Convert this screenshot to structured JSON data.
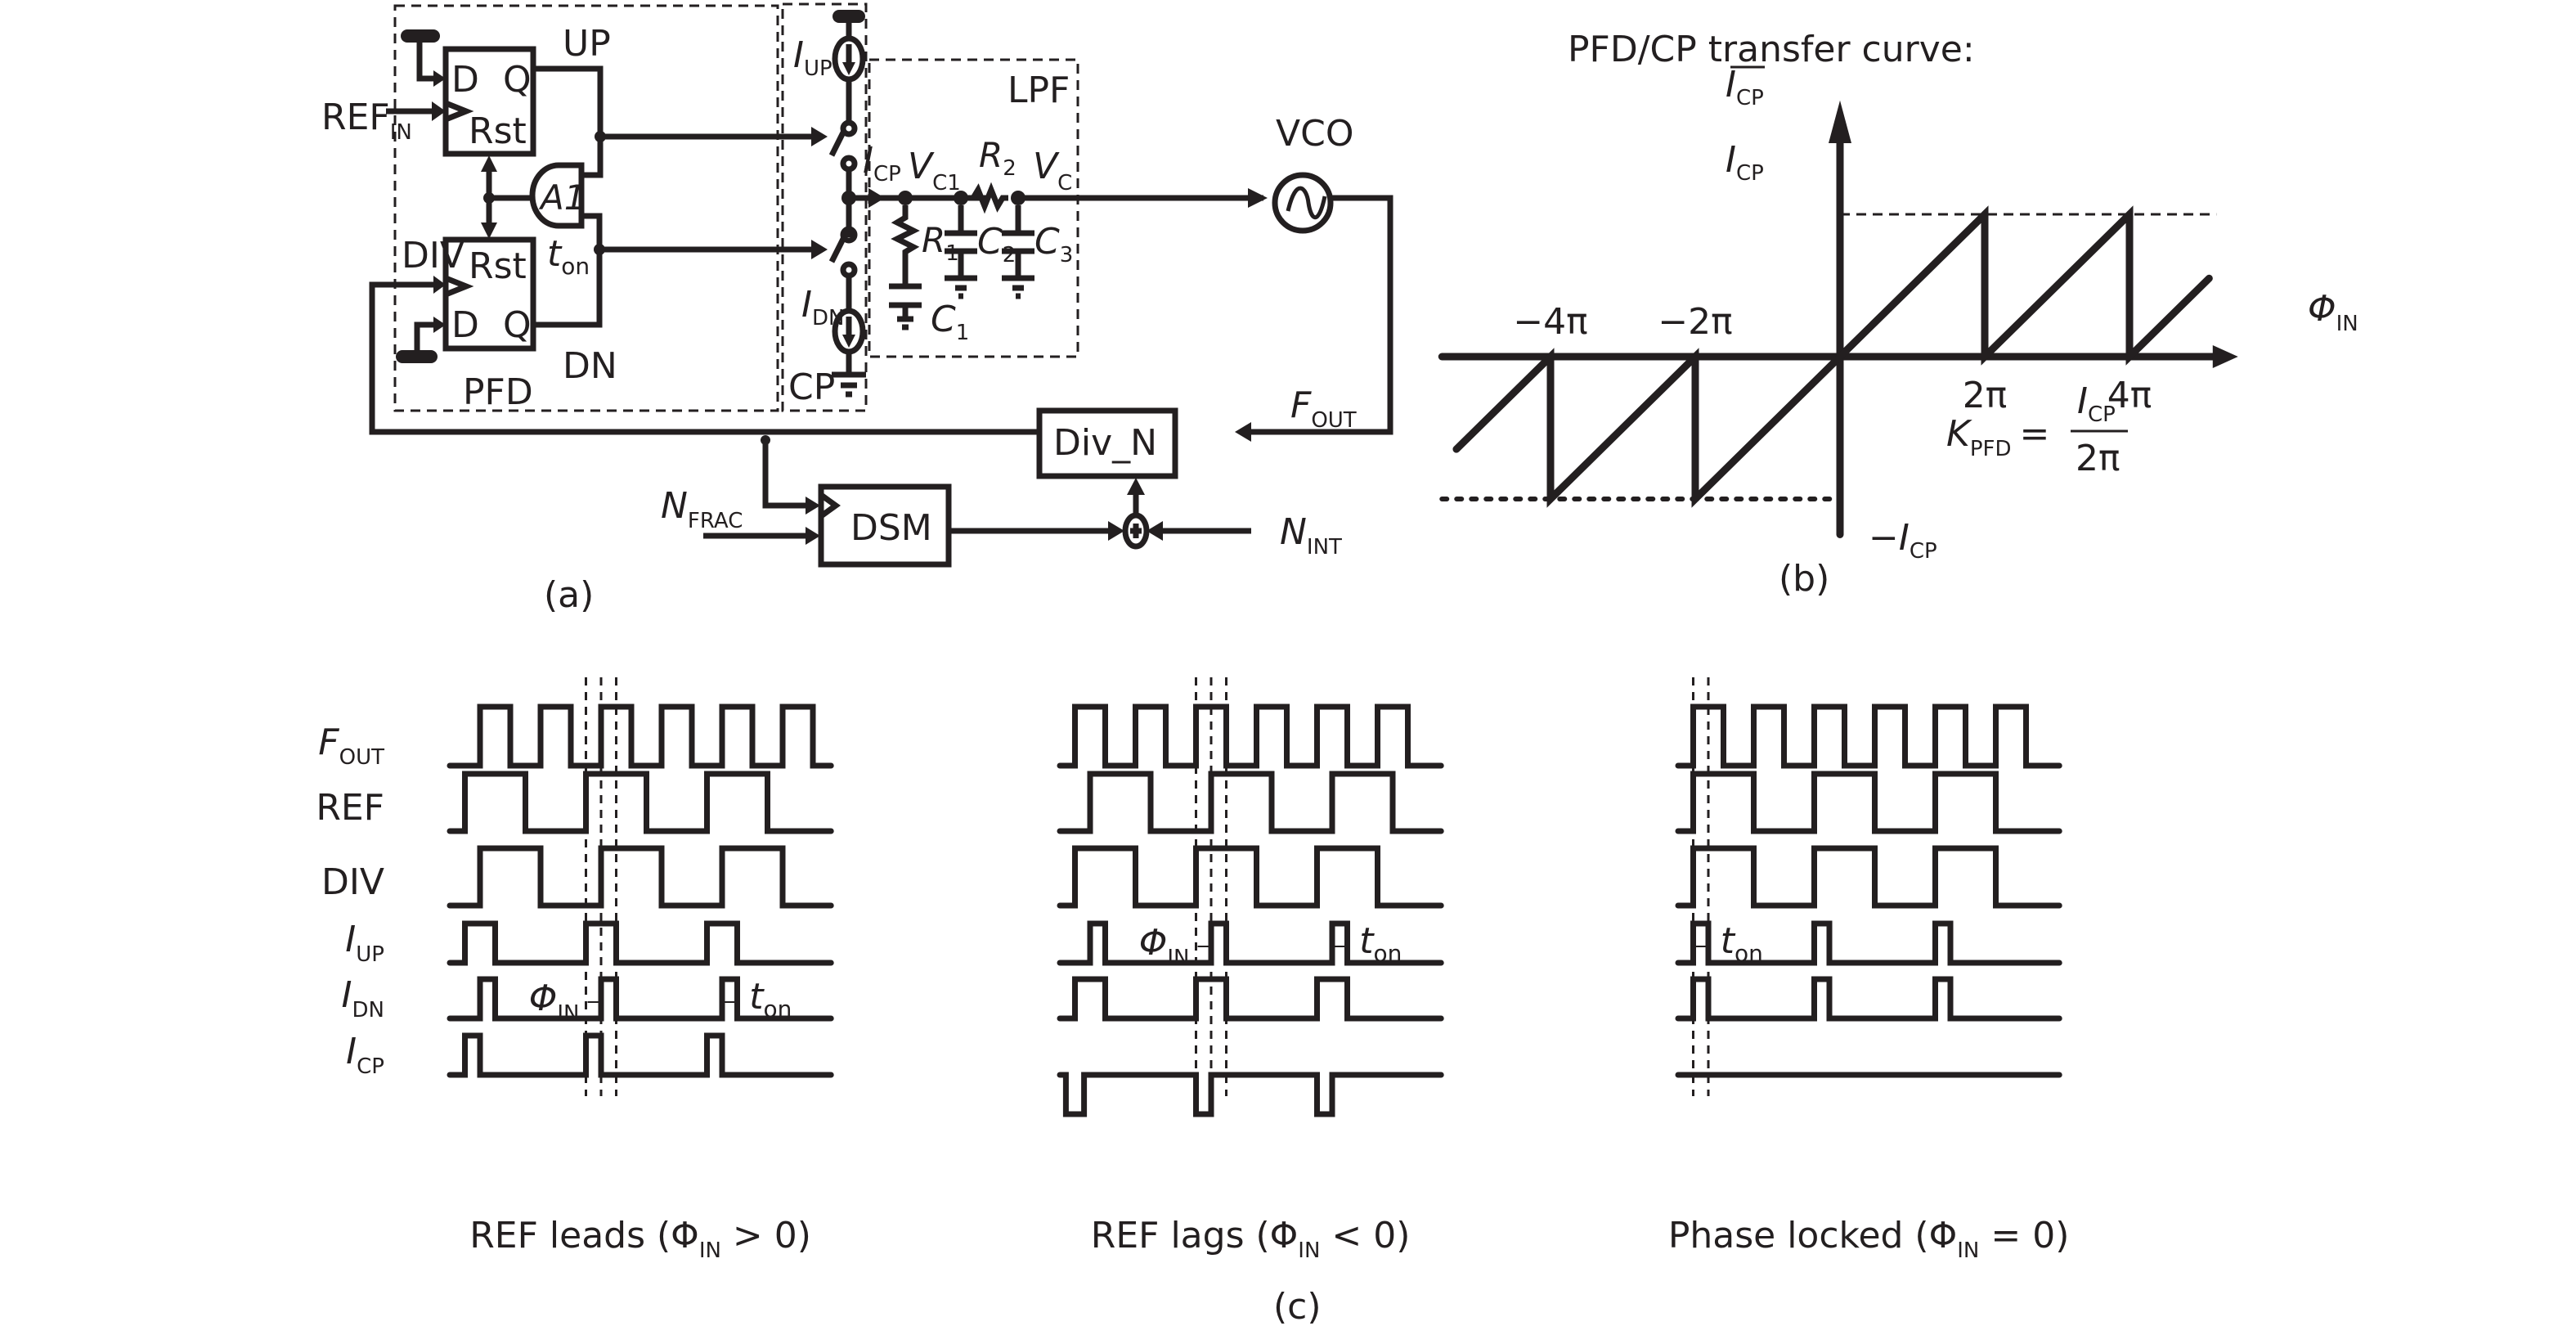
{
  "figure": {
    "panel_a": {
      "caption": "(a)",
      "ref_in": {
        "main": "REF",
        "sub": "IN"
      },
      "div_label": "DIV",
      "ff_top": {
        "d": "D",
        "q": "Q",
        "rst": "Rst"
      },
      "ff_bottom": {
        "d": "D",
        "q": "Q",
        "rst": "Rst"
      },
      "and_gate": "A1",
      "t_on": {
        "main": "t",
        "sub": "on"
      },
      "up": "UP",
      "dn": "DN",
      "pfd_label": "PFD",
      "cp_label": "CP",
      "i_up": {
        "main": "I",
        "sub": "UP"
      },
      "i_dn": {
        "main": "I",
        "sub": "DN"
      },
      "i_cp": {
        "main": "I",
        "sub": "CP"
      },
      "lpf_label": "LPF",
      "v_c1": {
        "main": "V",
        "sub": "C1"
      },
      "v_c": {
        "main": "V",
        "sub": "C"
      },
      "r1": {
        "main": "R",
        "sub": "1"
      },
      "r2": {
        "main": "R",
        "sub": "2"
      },
      "c1": {
        "main": "C",
        "sub": "1"
      },
      "c2": {
        "main": "C",
        "sub": "2"
      },
      "c3": {
        "main": "C",
        "sub": "3"
      },
      "vco_label": "VCO",
      "f_out": {
        "main": "F",
        "sub": "OUT"
      },
      "divider": "Div_N",
      "dsm": "DSM",
      "n_frac": {
        "main": "N",
        "sub": "FRAC"
      },
      "n_int": {
        "main": "N",
        "sub": "INT"
      },
      "adder_symbol": "+"
    },
    "panel_b": {
      "caption": "(b)",
      "title": "PFD/CP transfer curve:",
      "y_axis": {
        "main": "I",
        "sub": "CP",
        "overline": true
      },
      "y_pos": {
        "main": "I",
        "sub": "CP"
      },
      "y_neg": {
        "prefix": "−",
        "main": "I",
        "sub": "CP"
      },
      "x_axis": {
        "main": "Φ",
        "sub": "IN"
      },
      "x_ticks": [
        "−4π",
        "−2π",
        "2π",
        "4π"
      ],
      "formula": {
        "lhs_main": "K",
        "lhs_sub": "PFD",
        "eq": "=",
        "num_main": "I",
        "num_sub": "CP",
        "den": "2π"
      }
    },
    "panel_c": {
      "caption": "(c)",
      "signal_labels": [
        {
          "main": "F",
          "sub": "OUT",
          "italic": true
        },
        {
          "main": "REF",
          "sub": "",
          "italic": false
        },
        {
          "main": "DIV",
          "sub": "",
          "italic": false
        },
        {
          "main": "I",
          "sub": "UP",
          "italic": true
        },
        {
          "main": "I",
          "sub": "DN",
          "italic": true
        },
        {
          "main": "I",
          "sub": "CP",
          "italic": true
        }
      ],
      "phi_label": {
        "main": "Φ",
        "sub": "IN"
      },
      "ton_label": {
        "main": "t",
        "sub": "on"
      },
      "cases": [
        {
          "caption": "REF leads (Φ",
          "caption_sub": "IN",
          "caption_tail": " > 0)"
        },
        {
          "caption": "REF lags (Φ",
          "caption_sub": "IN",
          "caption_tail": " < 0)"
        },
        {
          "caption": "Phase locked (Φ",
          "caption_sub": "IN",
          "caption_tail": " = 0)"
        }
      ]
    }
  },
  "chart_data": {
    "type": "line",
    "title": "PFD/CP transfer curve:",
    "xlabel": "Φ_IN",
    "ylabel": "avg(I_CP)",
    "x_ticks": [
      "−4π",
      "−2π",
      "2π",
      "4π"
    ],
    "y_ticks": [
      "I_CP",
      "−I_CP"
    ],
    "xlim_pi": [
      -5.5,
      5.2
    ],
    "ylim_icp": [
      -1.25,
      1.6
    ],
    "series": [
      {
        "name": "transfer",
        "x_pi": [
          -5.3,
          -4,
          -4,
          -2,
          -2,
          0,
          2,
          2,
          4,
          4,
          5.1
        ],
        "y_icp": [
          -0.65,
          0,
          -1,
          0,
          -1,
          0,
          1,
          0,
          1,
          0,
          0.55
        ]
      }
    ],
    "annotation": "K_PFD = I_CP / 2π",
    "grid": false
  },
  "timing_data": {
    "units": "F_OUT half-periods (left column normalized)",
    "cases": [
      {
        "name": "ref_leads",
        "fout": [
          [
            0,
            0
          ],
          [
            1,
            1
          ],
          [
            2,
            0
          ],
          [
            3,
            1
          ],
          [
            4,
            0
          ],
          [
            5,
            1
          ],
          [
            6,
            0
          ],
          [
            7,
            1
          ],
          [
            8,
            0
          ],
          [
            9,
            1
          ],
          [
            10,
            0
          ],
          [
            11,
            1
          ],
          [
            12,
            0
          ],
          [
            12.6,
            0
          ]
        ],
        "ref": [
          [
            0,
            0
          ],
          [
            0.5,
            1
          ],
          [
            2.5,
            0
          ],
          [
            4.5,
            1
          ],
          [
            6.5,
            0
          ],
          [
            8.5,
            1
          ],
          [
            10.5,
            0
          ],
          [
            12.6,
            0
          ]
        ],
        "div": [
          [
            0,
            0
          ],
          [
            1,
            1
          ],
          [
            3,
            0
          ],
          [
            5,
            1
          ],
          [
            7,
            0
          ],
          [
            9,
            1
          ],
          [
            11,
            0
          ],
          [
            12.6,
            0
          ]
        ],
        "iup": [
          [
            0,
            0
          ],
          [
            0.5,
            1
          ],
          [
            1.5,
            0
          ],
          [
            4.5,
            1
          ],
          [
            5.5,
            0
          ],
          [
            8.5,
            1
          ],
          [
            9.5,
            0
          ],
          [
            12.6,
            0
          ]
        ],
        "idn": [
          [
            0,
            0
          ],
          [
            1,
            1
          ],
          [
            1.5,
            0
          ],
          [
            5,
            1
          ],
          [
            5.5,
            0
          ],
          [
            9,
            1
          ],
          [
            9.5,
            0
          ],
          [
            12.6,
            0
          ]
        ],
        "icp": [
          [
            0,
            0
          ],
          [
            0.5,
            1
          ],
          [
            1,
            0
          ],
          [
            4.5,
            1
          ],
          [
            5,
            0
          ],
          [
            8.5,
            1
          ],
          [
            9,
            0
          ],
          [
            12.6,
            0
          ]
        ],
        "guides": [
          4.5,
          5,
          5.5
        ],
        "phi_at": 4.75,
        "ton_at": 9.25
      },
      {
        "name": "ref_lags",
        "fout": [
          [
            0,
            0
          ],
          [
            0.5,
            1
          ],
          [
            1.5,
            0
          ],
          [
            2.5,
            1
          ],
          [
            3.5,
            0
          ],
          [
            4.5,
            1
          ],
          [
            5.5,
            0
          ],
          [
            6.5,
            1
          ],
          [
            7.5,
            0
          ],
          [
            8.5,
            1
          ],
          [
            9.5,
            0
          ],
          [
            10.5,
            1
          ],
          [
            11.5,
            0
          ],
          [
            12.6,
            0
          ]
        ],
        "ref": [
          [
            0,
            0
          ],
          [
            1,
            1
          ],
          [
            3,
            0
          ],
          [
            5,
            1
          ],
          [
            7,
            0
          ],
          [
            9,
            1
          ],
          [
            11,
            0
          ],
          [
            12.6,
            0
          ]
        ],
        "div": [
          [
            0,
            0
          ],
          [
            0.5,
            1
          ],
          [
            2.5,
            0
          ],
          [
            4.5,
            1
          ],
          [
            6.5,
            0
          ],
          [
            8.5,
            1
          ],
          [
            10.5,
            0
          ],
          [
            12.6,
            0
          ]
        ],
        "iup": [
          [
            0,
            0
          ],
          [
            1,
            1
          ],
          [
            1.5,
            0
          ],
          [
            5,
            1
          ],
          [
            5.5,
            0
          ],
          [
            9,
            1
          ],
          [
            9.5,
            0
          ],
          [
            12.6,
            0
          ]
        ],
        "idn": [
          [
            0,
            0
          ],
          [
            0.5,
            1
          ],
          [
            1.5,
            0
          ],
          [
            4.5,
            1
          ],
          [
            5.5,
            0
          ],
          [
            8.5,
            1
          ],
          [
            9.5,
            0
          ],
          [
            12.6,
            0
          ]
        ],
        "icp": [
          [
            0,
            0
          ],
          [
            0.2,
            0
          ],
          [
            0.2,
            -1
          ],
          [
            0.8,
            -1
          ],
          [
            0.8,
            0
          ],
          [
            4.5,
            0
          ],
          [
            4.5,
            -1
          ],
          [
            5,
            -1
          ],
          [
            5,
            0
          ],
          [
            8.5,
            0
          ],
          [
            8.5,
            -1
          ],
          [
            9,
            -1
          ],
          [
            9,
            0
          ],
          [
            12.6,
            0
          ]
        ],
        "guides": [
          4.5,
          5,
          5.5
        ],
        "phi_at": 4.75,
        "ton_at": 9.25
      },
      {
        "name": "phase_locked",
        "fout": [
          [
            0,
            0
          ],
          [
            0.5,
            1
          ],
          [
            1.5,
            0
          ],
          [
            2.5,
            1
          ],
          [
            3.5,
            0
          ],
          [
            4.5,
            1
          ],
          [
            5.5,
            0
          ],
          [
            6.5,
            1
          ],
          [
            7.5,
            0
          ],
          [
            8.5,
            1
          ],
          [
            9.5,
            0
          ],
          [
            10.5,
            1
          ],
          [
            11.5,
            0
          ],
          [
            12.6,
            0
          ]
        ],
        "ref": [
          [
            0,
            0
          ],
          [
            0.5,
            1
          ],
          [
            2.5,
            0
          ],
          [
            4.5,
            1
          ],
          [
            6.5,
            0
          ],
          [
            8.5,
            1
          ],
          [
            10.5,
            0
          ],
          [
            12.6,
            0
          ]
        ],
        "div": [
          [
            0,
            0
          ],
          [
            0.5,
            1
          ],
          [
            2.5,
            0
          ],
          [
            4.5,
            1
          ],
          [
            6.5,
            0
          ],
          [
            8.5,
            1
          ],
          [
            10.5,
            0
          ],
          [
            12.6,
            0
          ]
        ],
        "iup": [
          [
            0,
            0
          ],
          [
            0.5,
            1
          ],
          [
            1,
            0
          ],
          [
            4.5,
            1
          ],
          [
            5,
            0
          ],
          [
            8.5,
            1
          ],
          [
            9,
            0
          ],
          [
            12.6,
            0
          ]
        ],
        "idn": [
          [
            0,
            0
          ],
          [
            0.5,
            1
          ],
          [
            1,
            0
          ],
          [
            4.5,
            1
          ],
          [
            5,
            0
          ],
          [
            8.5,
            1
          ],
          [
            9,
            0
          ],
          [
            12.6,
            0
          ]
        ],
        "icp": [
          [
            0,
            0
          ],
          [
            12.6,
            0
          ]
        ],
        "guides": [
          0.5,
          1
        ],
        "phi_at": null,
        "ton_at": 0.75
      }
    ]
  }
}
